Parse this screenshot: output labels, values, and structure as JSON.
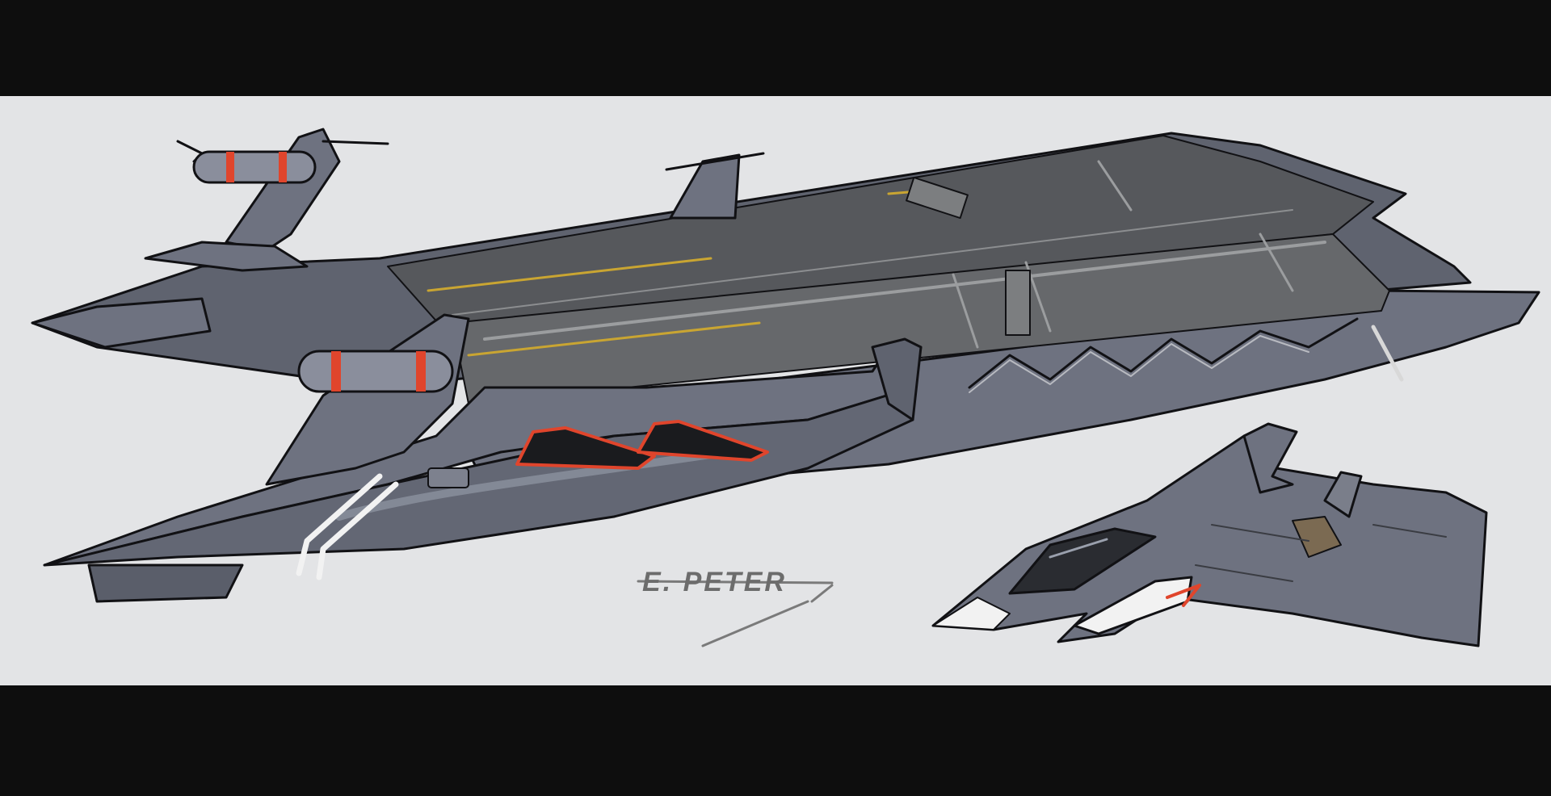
{
  "artwork": {
    "signature_text": "E. PETER",
    "palette": {
      "background": "#e3e4e6",
      "letterbox": "#0e0e0e",
      "hull": "#6e7280",
      "hull_light": "#8a8e9c",
      "deck": "#56585c",
      "deck_light": "#6b6d70",
      "accent_red": "#e0452c",
      "accent_yellow": "#c9a532",
      "ink": "#111114"
    },
    "subjects": [
      "carrier-ship",
      "fighter-jet"
    ]
  }
}
